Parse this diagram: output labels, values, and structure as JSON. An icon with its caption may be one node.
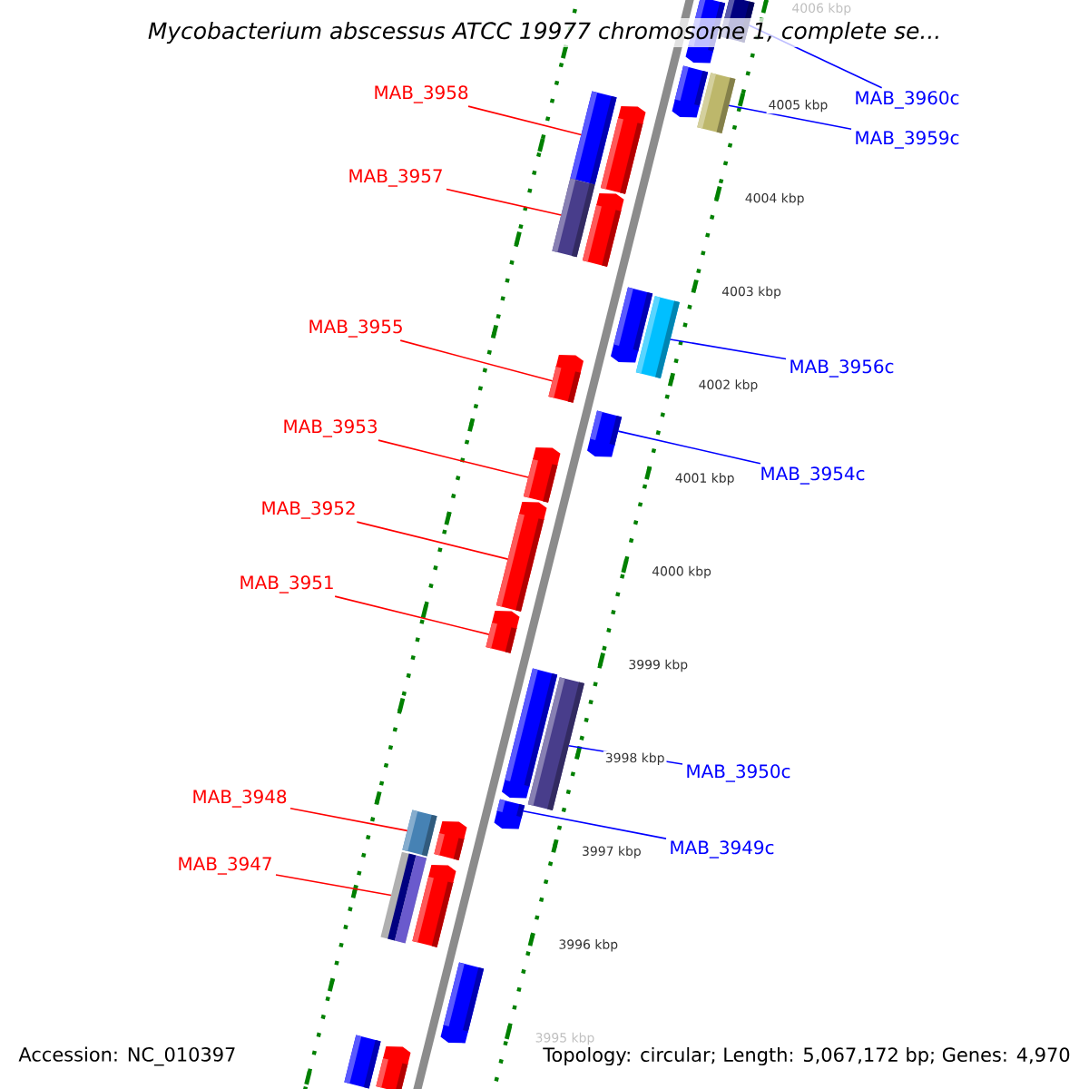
{
  "diagram": {
    "title": "Mycobacterium abscessus ATCC 19977 chromosome 1, complete se...",
    "nodes": [
      {
        "text": [
          "MAB_3958"
        ]
      },
      {
        "text": [
          "MAB_3960c"
        ]
      },
      {
        "text": [
          "MAB_3959c"
        ]
      },
      {
        "text": [
          "MAB_3957"
        ]
      },
      {
        "text": [
          "MAB_3955"
        ]
      },
      {
        "text": [
          "MAB_3956c"
        ]
      },
      {
        "text": [
          "MAB_3953"
        ]
      },
      {
        "text": [
          "MAB_3954c"
        ]
      },
      {
        "text": [
          "MAB_3952"
        ]
      },
      {
        "text": [
          "MAB_3951"
        ]
      },
      {
        "text": [
          "MAB_3950c"
        ]
      },
      {
        "text": [
          "MAB_3948"
        ]
      },
      {
        "text": [
          "MAB_3949c"
        ]
      },
      {
        "text": [
          "MAB_3947"
        ]
      },
      {
        "text": [],
        "shape": "pentagon"
      },
      {
        "text": [],
        "shape": "bar"
      },
      {
        "text": [],
        "shape": "pentagon"
      },
      {
        "text": [],
        "shape": "bar"
      },
      {
        "text": [],
        "shape": "bar"
      },
      {
        "text": [],
        "shape": "pentagon"
      },
      {
        "text": [],
        "shape": "bar"
      },
      {
        "text": [],
        "shape": "pentagon"
      },
      {
        "text": [],
        "shape": "pentagon"
      },
      {
        "text": [],
        "shape": "bar"
      },
      {
        "text": [],
        "shape": "pentagon"
      },
      {
        "text": [],
        "shape": "pentagon"
      },
      {
        "text": [],
        "shape": "pentagon"
      },
      {
        "text": [],
        "shape": "pentagon"
      },
      {
        "text": [],
        "shape": "pentagon"
      },
      {
        "text": [],
        "shape": "pentagon"
      },
      {
        "text": [],
        "shape": "bar"
      },
      {
        "text": [],
        "shape": "pentagon"
      },
      {
        "text": [],
        "shape": "bar"
      },
      {
        "text": [],
        "shape": "pentagon"
      },
      {
        "text": [],
        "shape": "bar"
      },
      {
        "text": [],
        "shape": "pentagon"
      },
      {
        "text": [],
        "shape": "pentagon"
      },
      {
        "text": [],
        "shape": "bar"
      },
      {
        "text": [],
        "shape": "pentagon"
      }
    ],
    "edges": [
      {
        "from": 0,
        "to": 18,
        "arrow": "none"
      },
      {
        "from": 1,
        "to": 15,
        "arrow": "none",
        "color": "#0000ff"
      },
      {
        "from": 2,
        "to": 17,
        "arrow": "none",
        "color": "#0000ff"
      },
      {
        "from": 3,
        "to": 20,
        "arrow": "none"
      },
      {
        "from": 4,
        "to": 24,
        "arrow": "none"
      },
      {
        "from": 5,
        "to": 23,
        "arrow": "none",
        "color": "#0000ff"
      },
      {
        "from": 6,
        "to": 26,
        "arrow": "none"
      },
      {
        "from": 7,
        "to": 25,
        "arrow": "none",
        "color": "#0000ff"
      },
      {
        "from": 8,
        "to": 27,
        "arrow": "none"
      },
      {
        "from": 9,
        "to": 28,
        "arrow": "none"
      },
      {
        "from": 10,
        "to": 30,
        "arrow": "none",
        "color": "#0000ff"
      },
      {
        "from": 11,
        "to": 32,
        "arrow": "none"
      },
      {
        "from": 12,
        "to": 31,
        "arrow": "none",
        "color": "#0000ff"
      },
      {
        "from": 13,
        "to": 34,
        "arrow": "none"
      }
    ],
    "labels": [
      "4006 kbp",
      "4005 kbp",
      "4004 kbp",
      "4003 kbp",
      "4002 kbp",
      "4001 kbp",
      "4000 kbp",
      "3999 kbp",
      "3998 kbp",
      "3997 kbp",
      "3996 kbp",
      "3995 kbp",
      "Accession: NC_010397",
      "Topology: circular; Length: 5,067,172 bp; Genes: 4,970"
    ]
  }
}
